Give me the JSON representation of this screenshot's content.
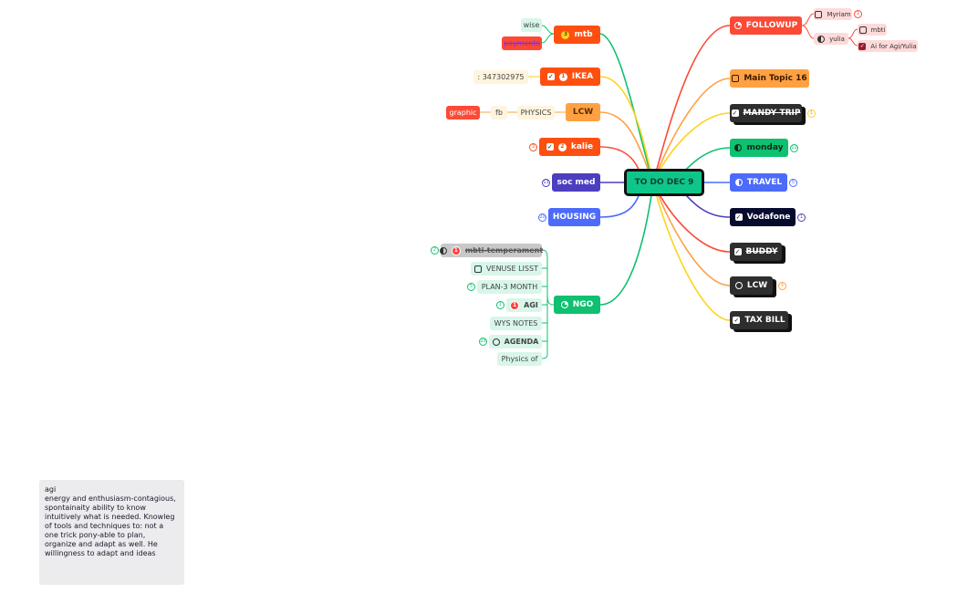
{
  "colors": {
    "canvas": "#ffffff",
    "center": "#0ec68a",
    "red": "#fc4a37",
    "orange": "#ff4f10",
    "amber": "#ffa142",
    "green": "#0ec06f",
    "blue": "#4c6bfb",
    "indigo": "#4c3fbf",
    "navy": "#070b2e",
    "dark": "#2e2e2e",
    "pink": "#ffdada",
    "mint": "#d8f6ea",
    "cream": "#fff4de"
  },
  "center": {
    "label": "TO DO DEC 9"
  },
  "left": {
    "mtb": {
      "label": "mtb",
      "badge": "3",
      "children": [
        "wise",
        "payments"
      ]
    },
    "ikea": {
      "label": "IKEA",
      "badge": "1",
      "children": [
        ": 347302975"
      ]
    },
    "lcw": {
      "label": "LCW",
      "children": [
        "PHYSICS",
        "fb",
        "graphic"
      ]
    },
    "kalie": {
      "label": "kalie",
      "badge": "2",
      "marker": "3"
    },
    "socmed": {
      "label": "soc med",
      "marker": "11"
    },
    "housing": {
      "label": "HOUSING",
      "marker": "20"
    },
    "ngo": {
      "label": "NGO",
      "children": [
        "mbti-temperament",
        "VENUSE LISST",
        "PLAN-3 MONTH",
        "AGI",
        "WYS NOTES",
        "AGENDA",
        "Physics of"
      ],
      "markers": {
        "mbti": "2",
        "plan": "5",
        "agi": "1",
        "agenda": "23"
      },
      "badges": {
        "mbti": "1",
        "agi": "1"
      }
    }
  },
  "right": {
    "followup": {
      "label": "FOLLOWUP",
      "children": [
        "Myriam",
        "yulia"
      ],
      "marker": "1",
      "yulia_children": [
        "mbti",
        "Ai for Agi/Yulia"
      ]
    },
    "main": {
      "label": "Main Topic 16"
    },
    "mandy": {
      "label": "MANDY TRIP",
      "marker": "1"
    },
    "monday": {
      "label": "monday",
      "marker": "12"
    },
    "travel": {
      "label": "TRAVEL",
      "marker": "5"
    },
    "vodafone": {
      "label": "Vodafone",
      "marker": "1"
    },
    "buddy": {
      "label": "BUDDY"
    },
    "lcw2": {
      "label": "LCW",
      "marker": "4"
    },
    "tax": {
      "label": "TAX BILL"
    }
  },
  "note": {
    "title": "agi",
    "body": "energy and enthusiasm-contagious, spontainaity ability to know intuitively what is needed. Knowleg of tools and techniques to: not a one trick pony-able to plan, organize and adapt as well. He willingness to adapt and ideas"
  },
  "icons": {
    "check": "check-icon",
    "box": "checkbox-icon",
    "ring": "circle-icon",
    "half": "half-circle-icon",
    "quarter": "quarter-circle-icon"
  }
}
